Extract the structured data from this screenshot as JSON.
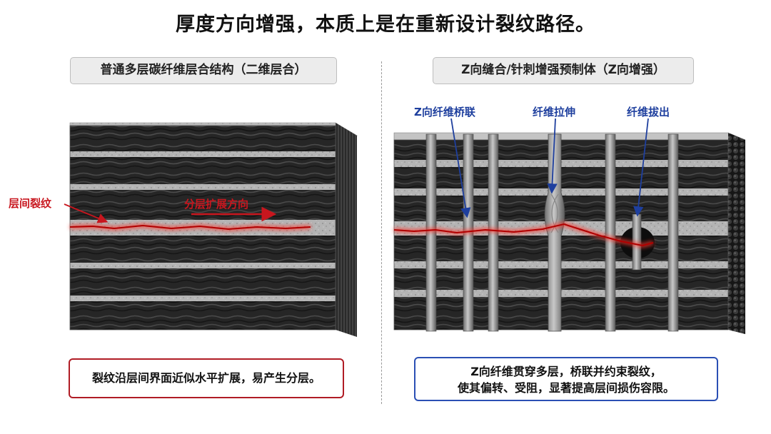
{
  "title": "厚度方向增强，本质上是在重新设计裂纹路径。",
  "left_panel": {
    "header": "普通多层碳纤维层合结构（二维层合）",
    "crack_label": "层间裂纹",
    "direction_label": "分层扩展方向",
    "caption": "裂纹沿层间界面近似水平扩展，易产生分层。"
  },
  "right_panel": {
    "header": "Z向缝合/针刺增强预制体（Z向增强）",
    "labels": {
      "bridging": "Z向纤维桥联",
      "stretching": "纤维拉伸",
      "pullout": "纤维拔出"
    },
    "caption_line1": "Z向纤维贯穿多层，桥联并约束裂纹，",
    "caption_line2": "使其偏转、受阻，显著提高层间损伤容限。"
  },
  "colors": {
    "crack_red": "#e0141c",
    "label_red": "#c8161e",
    "label_blue": "#1e3f9e",
    "left_border": "#b01c25",
    "right_border": "#2a4fb4",
    "fiber_dark": "#262626",
    "matrix_gray": "#b3b3b3"
  }
}
